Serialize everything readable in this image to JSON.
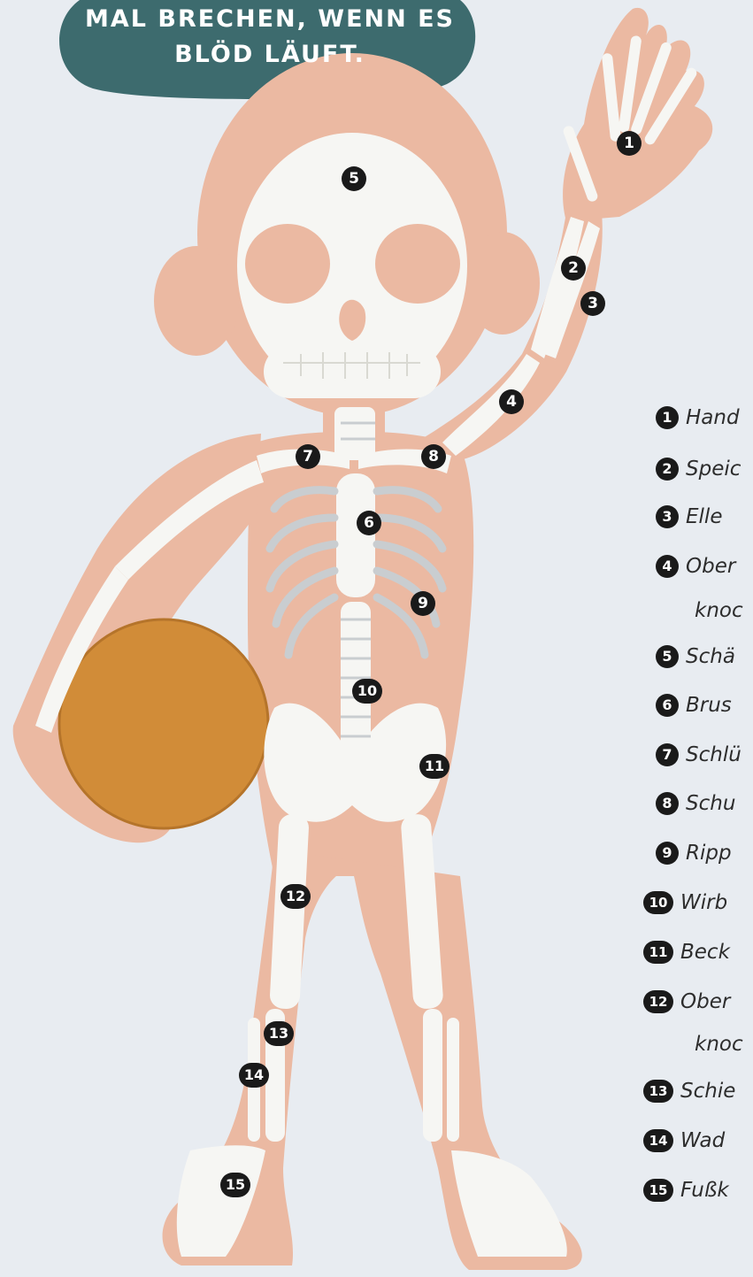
{
  "speech_bubble": {
    "color": "#3d6b6e",
    "lines": [
      "MAL BRECHEN, WENN ES",
      "BLÖD LÄUFT."
    ]
  },
  "colors": {
    "background": "#e8ecf1",
    "flesh": "#ebb9a2",
    "bone": "#f6f6f3",
    "ball": "#d18c38",
    "badge": "#1a1a1a"
  },
  "skeleton_markers": [
    "1",
    "2",
    "3",
    "4",
    "5",
    "6",
    "7",
    "8",
    "9",
    "10",
    "11",
    "12",
    "13",
    "14",
    "15"
  ],
  "legend": [
    {
      "num": "1",
      "label": "Hand"
    },
    {
      "num": "2",
      "label": "Speic"
    },
    {
      "num": "3",
      "label": "Elle"
    },
    {
      "num": "4",
      "label": "Ober",
      "label2": "knoc"
    },
    {
      "num": "5",
      "label": "Schä"
    },
    {
      "num": "6",
      "label": "Brus"
    },
    {
      "num": "7",
      "label": "Schlü"
    },
    {
      "num": "8",
      "label": "Schu"
    },
    {
      "num": "9",
      "label": "Ripp"
    },
    {
      "num": "10",
      "label": "Wirb"
    },
    {
      "num": "11",
      "label": "Beck"
    },
    {
      "num": "12",
      "label": "Ober",
      "label2": "knoc"
    },
    {
      "num": "13",
      "label": "Schie"
    },
    {
      "num": "14",
      "label": "Wad"
    },
    {
      "num": "15",
      "label": "Fußk"
    }
  ]
}
